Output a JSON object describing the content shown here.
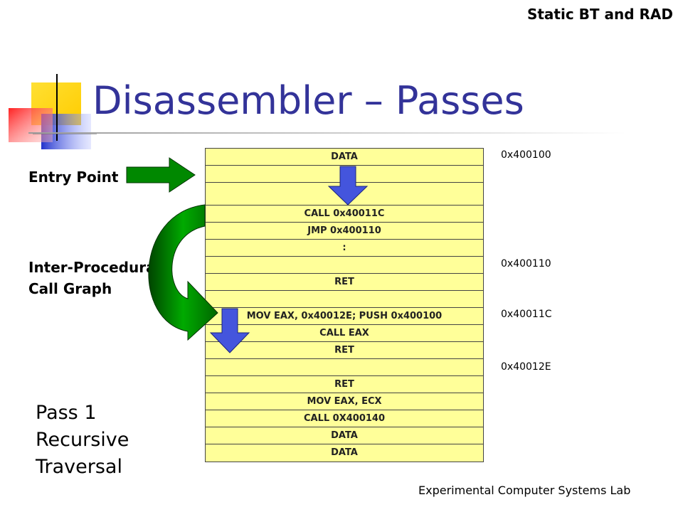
{
  "header": {
    "title": "Static BT and RAD"
  },
  "slide": {
    "title": "Disassembler – Passes"
  },
  "labels": {
    "entry_point": "Entry Point",
    "call_graph_line1": "Inter-Procedural",
    "call_graph_line2": "Call Graph",
    "pass_line1": "Pass 1",
    "pass_line2": "Recursive",
    "pass_line3": "Traversal"
  },
  "addresses": [
    "0x400100",
    "0x400110",
    "0x40011C",
    "0x40012E"
  ],
  "memory_rows": [
    "DATA",
    "",
    "",
    "CALL 0x40011C",
    "JMP 0x400110",
    ":",
    "",
    "RET",
    "",
    "MOV EAX, 0x40012E; PUSH 0x400100",
    "CALL EAX",
    "RET",
    "",
    "RET",
    "MOV EAX, ECX",
    "CALL 0X400140",
    "DATA",
    "DATA"
  ],
  "row_heights": [
    24,
    24,
    32,
    24,
    24,
    24,
    24,
    24,
    24,
    24,
    24,
    24,
    24,
    24,
    24,
    24,
    24,
    24
  ],
  "footer": {
    "text": "Experimental Computer Systems Lab"
  },
  "colors": {
    "title": "#333399",
    "table_fill": "#ffff99",
    "arrow_green": "#008000",
    "arrow_blue": "#4455dd",
    "deco_yellow": "#ffcc00",
    "deco_red": "#ff3333",
    "deco_blue": "#3333cc"
  }
}
